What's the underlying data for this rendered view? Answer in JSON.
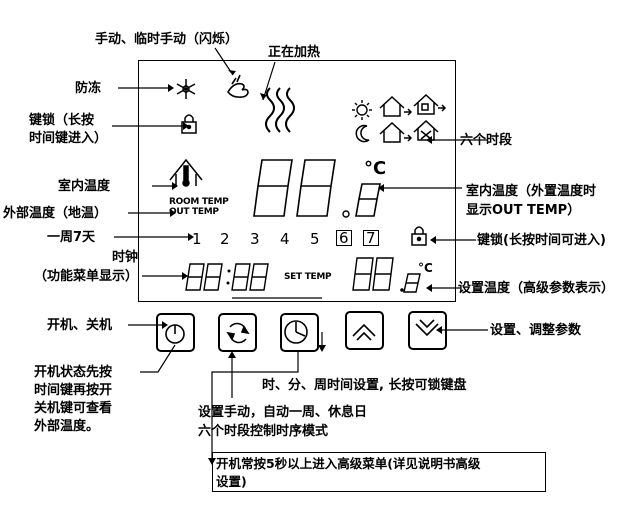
{
  "labels": {
    "manual_temp_manual": "手动、临时手动（闪烁）",
    "heating": "正在加热",
    "frost": "防冻",
    "keylock_line1": "键锁（长按",
    "keylock_line2": "时间键进入）",
    "six_periods": "六个时段",
    "room_temp": "室内温度",
    "out_temp": "外部温度（地温）",
    "week_7days": "一周7天",
    "clock_line1": "时钟",
    "clock_line2": "（功能菜单显示）",
    "indoor_temp_line1": "室内温度（外置温度时",
    "indoor_temp_line2": "显示OUT TEMP）",
    "keylock_right": "键锁(长按时间可进入)",
    "set_temp_desc": "设置温度（高级参数表示）",
    "power_onoff": "开机、关机",
    "power_state_line1": "开机状态先按",
    "power_state_line2": "时间键再按开",
    "power_state_line3": "关机键可查看",
    "power_state_line4": "外部温度。",
    "adjust_params": "设置、调整参数",
    "time_setting": "时、分、周时间设置, 长按可锁键盘",
    "mode_line1": "设置手动，自动一周、休息日",
    "mode_line2": "六个时段控制时序模式",
    "advanced_line1": "开机常按5秒以上进入高级菜单(详见说明书高级",
    "advanced_line2": "设置)"
  },
  "display": {
    "room_temp_tag": "ROOM TEMP",
    "out_temp_tag": "OUT TEMP",
    "set_temp_tag": "SET TEMP",
    "days": [
      "1",
      "2",
      "3",
      "4",
      "5",
      "6",
      "7"
    ],
    "big_temp_digits": "88.8",
    "clock_digits": "88:88",
    "set_temp_digits": "88.8",
    "celsius": "°C"
  },
  "colors": {
    "ink": "#000000",
    "background": "#ffffff"
  },
  "icons": [
    "snowflake-icon",
    "hand-icon",
    "heat-wave-icon",
    "padlock-icon",
    "house-thermometer-icon",
    "sun-icon",
    "moon-icon",
    "house-icon",
    "power-icon",
    "cycle-icon",
    "clock-icon",
    "up-arrow-icon",
    "down-arrow-icon"
  ]
}
